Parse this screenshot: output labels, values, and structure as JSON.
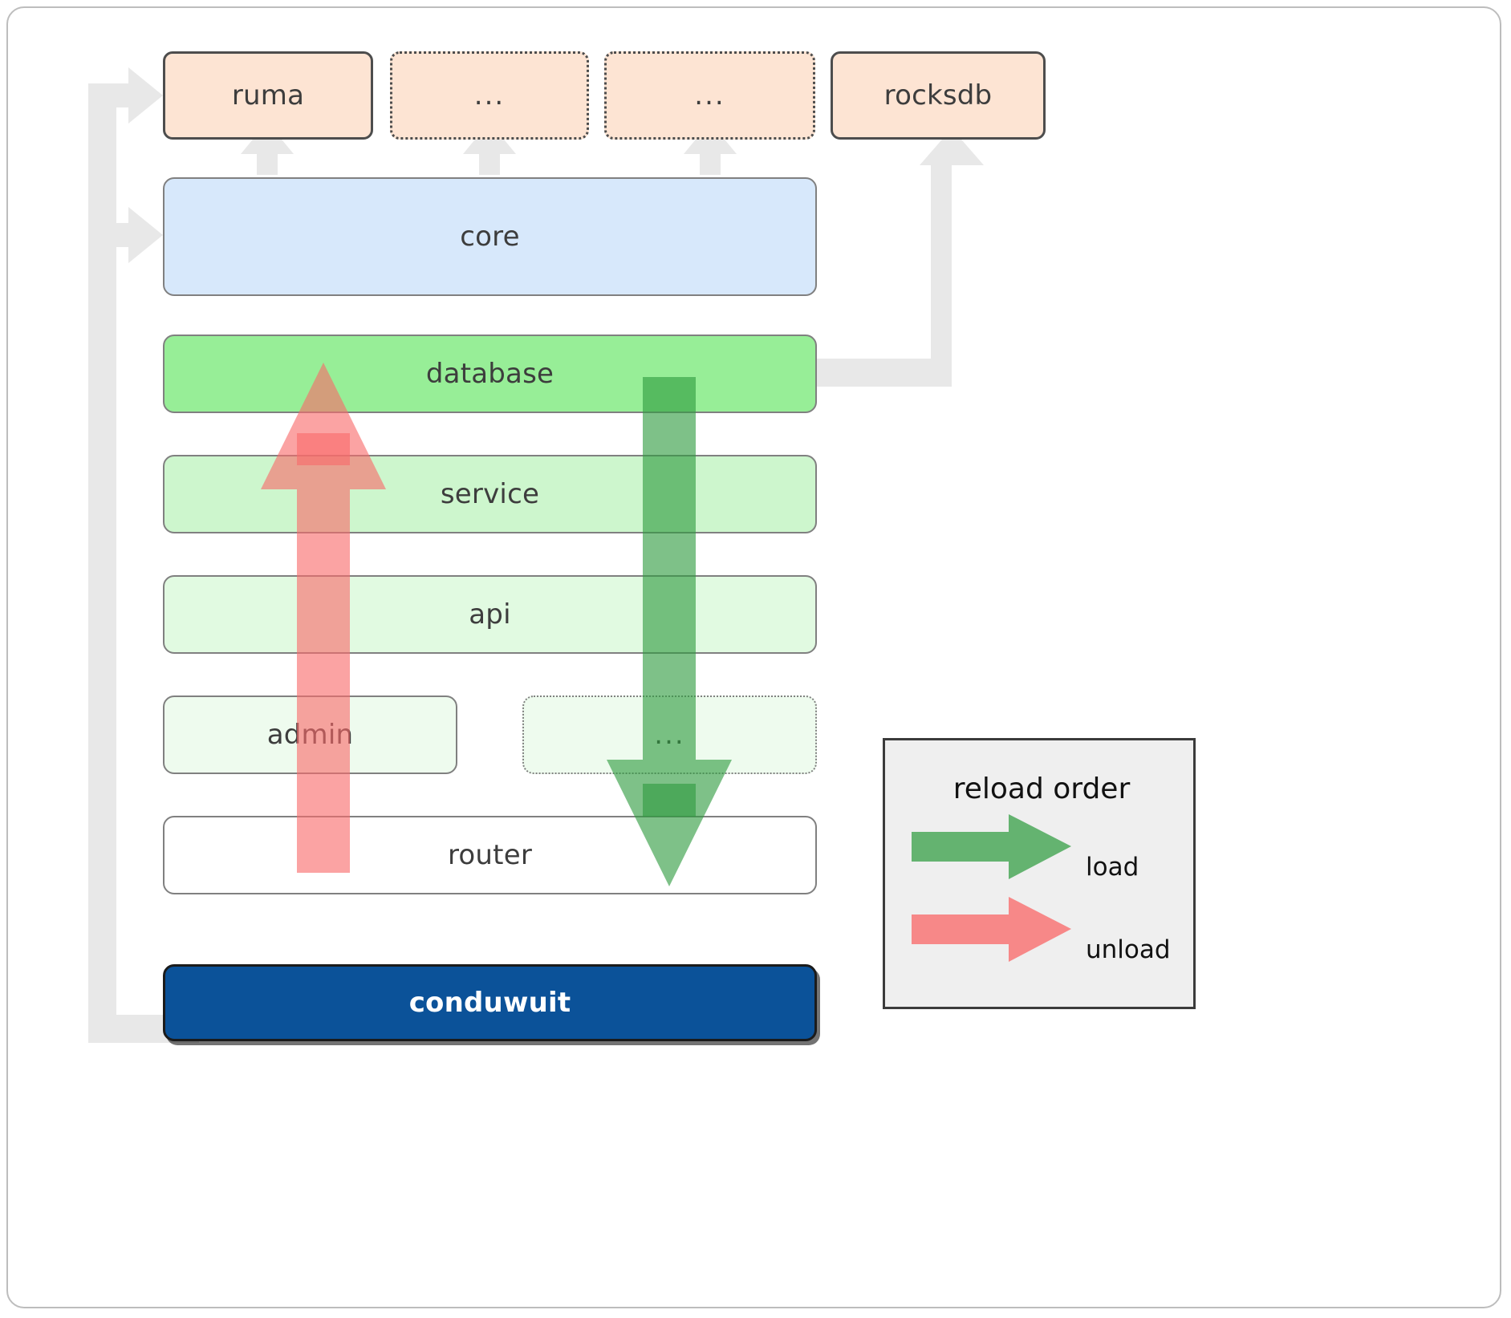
{
  "diagram": {
    "title": "conduwuit module layer / reload order diagram",
    "colors": {
      "dependency_fill": "#fde4d3",
      "dependency_stroke": "#4d4d4d",
      "core_fill": "#d7e8fb",
      "layer_stroke": "#808080",
      "root_fill": "#0b5299",
      "root_text": "#ffffff",
      "connector": "#e8e8e8",
      "load_arrow": "#4caf50",
      "unload_arrow": "#f96a6a",
      "legend_bg": "#efefef",
      "legend_border": "#3b3b3b",
      "frame_border": "#bdbdbd"
    },
    "dependencies": [
      {
        "id": "ruma",
        "label": "ruma",
        "style": "solid"
      },
      {
        "id": "dep2",
        "label": "...",
        "style": "dotted"
      },
      {
        "id": "dep3",
        "label": "...",
        "style": "dotted"
      },
      {
        "id": "rocksdb",
        "label": "rocksdb",
        "style": "solid"
      }
    ],
    "core": {
      "id": "core",
      "label": "core"
    },
    "layers": [
      {
        "id": "database",
        "label": "database",
        "fill": "#97ee97",
        "style": "solid"
      },
      {
        "id": "service",
        "label": "service",
        "fill": "#cdf6cd",
        "style": "solid"
      },
      {
        "id": "api",
        "label": "api",
        "fill": "#e1fae1",
        "style": "solid"
      },
      {
        "id": "admin",
        "label": "admin",
        "fill": "#eefbee",
        "style": "solid"
      },
      {
        "id": "more",
        "label": "...",
        "fill": "#eefbee",
        "style": "dotted"
      },
      {
        "id": "router",
        "label": "router",
        "fill": "#ffffff",
        "style": "solid"
      }
    ],
    "root": {
      "id": "conduwuit",
      "label": "conduwuit"
    },
    "legend": {
      "title": "reload order",
      "entries": [
        {
          "id": "load",
          "label": "load",
          "color": "#4caf50"
        },
        {
          "id": "unload",
          "label": "unload",
          "color": "#f96a6a"
        }
      ]
    }
  }
}
